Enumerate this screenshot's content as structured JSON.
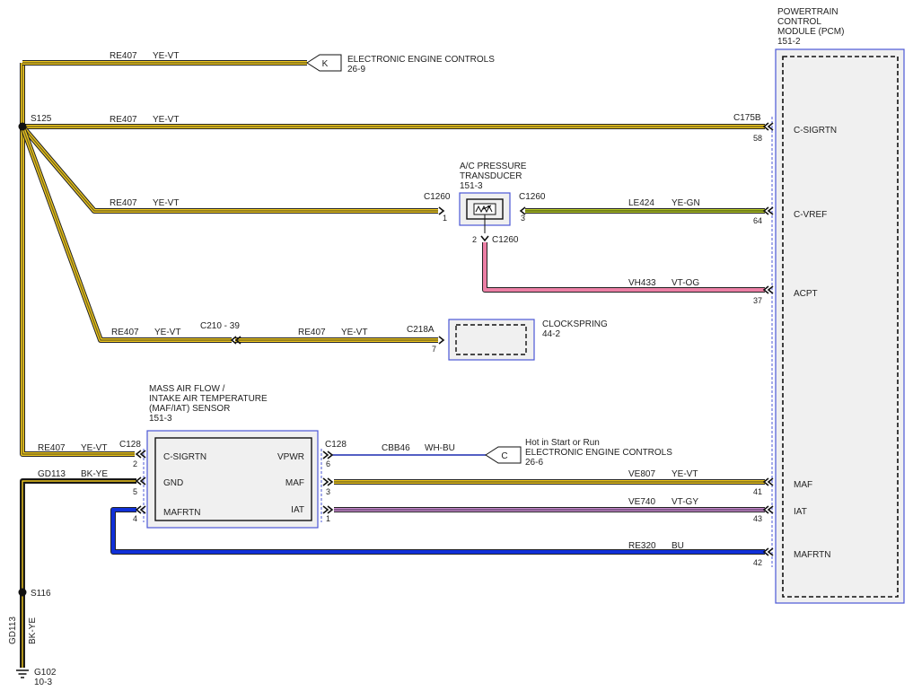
{
  "colors": {
    "yellow": "#f0c81e",
    "yellow_light": "#f5dc5a",
    "green": "#b9cc2a",
    "pink": "#ec7fa5",
    "violet": "#c78bcc",
    "blue": "#1030d8",
    "black": "#111111",
    "box_border": "#4b57d6",
    "box_fill": "#f0f0f0"
  },
  "pcm": {
    "title_lines": [
      "POWERTRAIN",
      "CONTROL",
      "MODULE (PCM)",
      "151-2"
    ],
    "pins": [
      "C-SIGRTN",
      "C-VREF",
      "ACPT",
      "MAF",
      "IAT",
      "MAFRTN"
    ]
  },
  "splices": {
    "s125": "S125",
    "s116": "S116",
    "ground": "G102",
    "ground_ref": "10-3"
  },
  "ground_wire": {
    "circuit": "GD113",
    "color": "BK-YE"
  },
  "wires": [
    {
      "circuit": "RE407",
      "color": "YE-VT"
    },
    {
      "circuit": "RE407",
      "color": "YE-VT"
    },
    {
      "circuit": "RE407",
      "color": "YE-VT"
    },
    {
      "circuit": "LE424",
      "color": "YE-GN"
    },
    {
      "circuit": "VH433",
      "color": "VT-OG"
    },
    {
      "circuit": "RE407",
      "color": "YE-VT"
    },
    {
      "circuit": "RE407",
      "color": "YE-VT"
    },
    {
      "circuit": "RE407",
      "color": "YE-VT"
    },
    {
      "circuit": "GD113",
      "color": "BK-YE"
    },
    {
      "circuit": "CBB46",
      "color": "WH-BU"
    },
    {
      "circuit": "VE807",
      "color": "YE-VT"
    },
    {
      "circuit": "VE740",
      "color": "VT-GY"
    },
    {
      "circuit": "RE320",
      "color": "BU"
    }
  ],
  "refs": {
    "k_label": "K",
    "k_title": "ELECTRONIC ENGINE CONTROLS",
    "k_page": "26-9",
    "c_label": "C",
    "c_line1": "Hot in Start or Run",
    "c_title": "ELECTRONIC ENGINE CONTROLS",
    "c_page": "26-6"
  },
  "connectors": {
    "c175b": "C175B",
    "c1260": "C1260",
    "c210": "C210 - 39",
    "c218a": "C218A",
    "c128": "C128"
  },
  "pins": {
    "p58": "58",
    "p64": "64",
    "p37": "37",
    "p41": "41",
    "p43": "43",
    "p42": "42",
    "p1": "1",
    "p3": "3",
    "p2": "2",
    "p7": "7",
    "maf_2": "2",
    "maf_5": "5",
    "maf_4": "4",
    "maf_6": "6",
    "maf_3": "3",
    "maf_1": "1"
  },
  "acp": {
    "title_lines": [
      "A/C PRESSURE",
      "TRANSDUCER",
      "151-3"
    ]
  },
  "clockspring": {
    "title": "CLOCKSPRING",
    "page": "44-2"
  },
  "maf_sensor": {
    "title_lines": [
      "MASS AIR FLOW /",
      "INTAKE AIR TEMPERATURE",
      "(MAF/IAT) SENSOR",
      "151-3"
    ],
    "pins_left": [
      "C-SIGRTN",
      "GND",
      "MAFRTN"
    ],
    "pins_right": [
      "VPWR",
      "MAF",
      "IAT"
    ]
  }
}
